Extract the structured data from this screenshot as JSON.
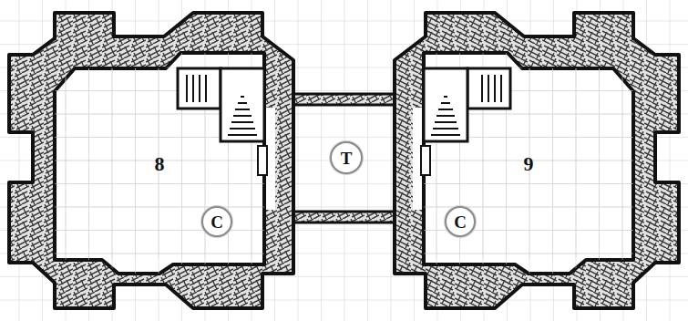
{
  "diagram": {
    "nodes": [
      {
        "text": [
          "8"
        ]
      },
      {
        "text": [
          "C"
        ],
        "in": 0
      },
      {
        "text": [
          "T"
        ]
      },
      {
        "text": [
          "9"
        ]
      },
      {
        "text": [
          "C"
        ],
        "in": 3
      }
    ]
  }
}
